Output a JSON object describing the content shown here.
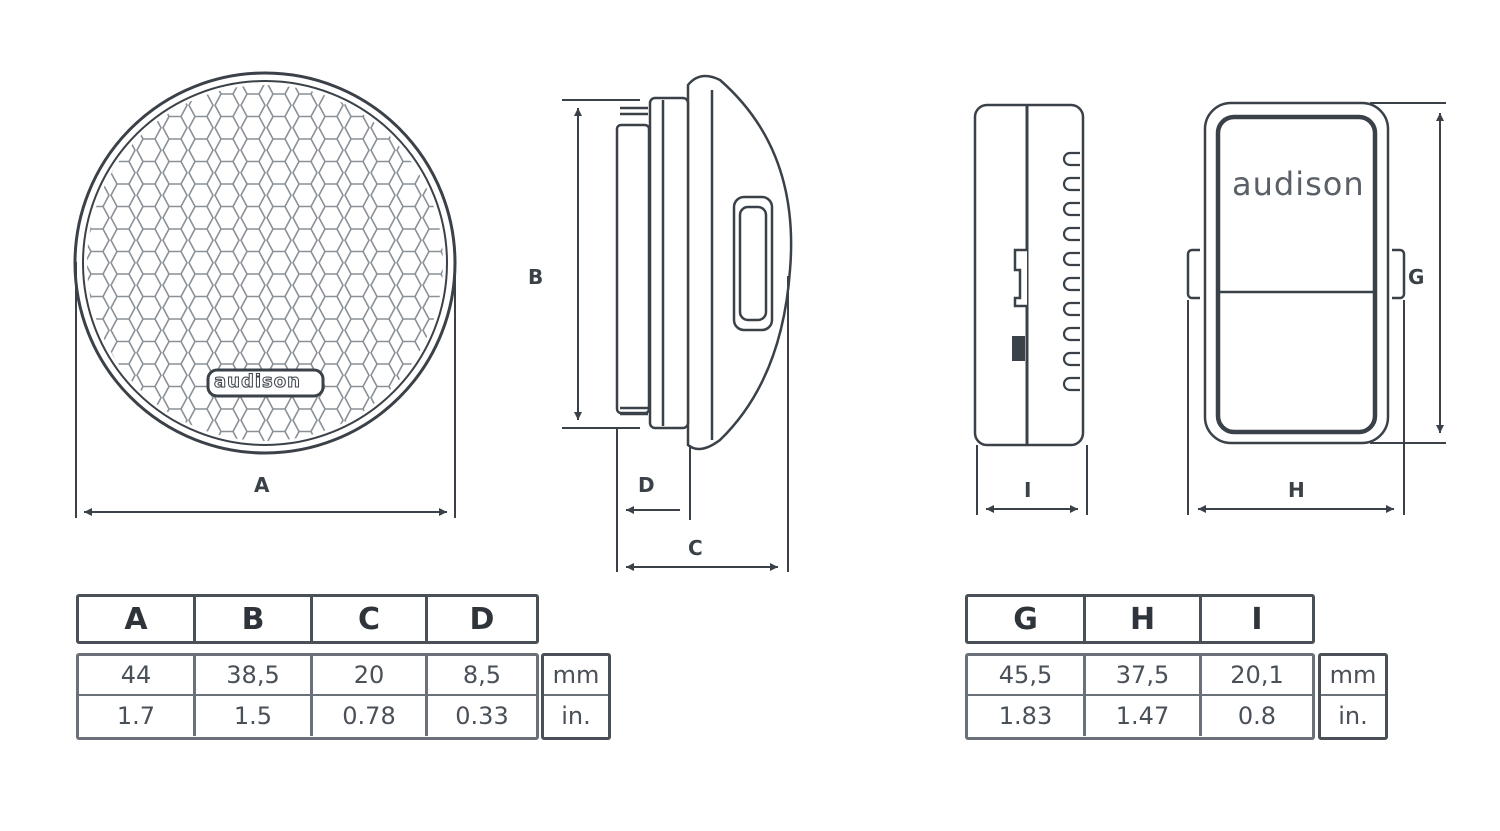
{
  "brand": "audison",
  "colors": {
    "line": "#3b4148",
    "text": "#2f343a",
    "background": "#ffffff"
  },
  "views": {
    "front_round": {
      "dimension_label": "A"
    },
    "side_round": {
      "dimension_labels": [
        "B",
        "C",
        "D"
      ]
    },
    "side_box": {
      "dimension_label": "I"
    },
    "front_box": {
      "dimension_labels": [
        "G",
        "H"
      ],
      "logo_text": "audison"
    }
  },
  "table_left": {
    "headers": [
      "A",
      "B",
      "C",
      "D"
    ],
    "rows": [
      {
        "values": [
          "44",
          "38,5",
          "20",
          "8,5"
        ],
        "unit": "mm"
      },
      {
        "values": [
          "1.7",
          "1.5",
          "0.78",
          "0.33"
        ],
        "unit": "in."
      }
    ]
  },
  "table_right": {
    "headers": [
      "G",
      "H",
      "I"
    ],
    "rows": [
      {
        "values": [
          "45,5",
          "37,5",
          "20,1"
        ],
        "unit": "mm"
      },
      {
        "values": [
          "1.83",
          "1.47",
          "0.8"
        ],
        "unit": "in."
      }
    ]
  },
  "chart_data": {
    "type": "table",
    "title": "Dimensions",
    "tables": [
      {
        "columns": [
          "A",
          "B",
          "C",
          "D"
        ],
        "mm": [
          44,
          38.5,
          20,
          8.5
        ],
        "in": [
          1.7,
          1.5,
          0.78,
          0.33
        ]
      },
      {
        "columns": [
          "G",
          "H",
          "I"
        ],
        "mm": [
          45.5,
          37.5,
          20.1
        ],
        "in": [
          1.83,
          1.47,
          0.8
        ]
      }
    ]
  }
}
